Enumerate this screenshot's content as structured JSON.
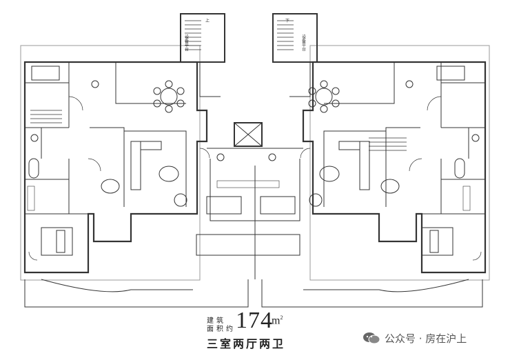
{
  "plan": {
    "labels": {
      "equipment_platform": "设备平台",
      "up": "上",
      "down": "下"
    }
  },
  "caption": {
    "area_prefix_line1": "建筑",
    "area_prefix_line2": "面积约",
    "area_value": "174",
    "area_unit": "m",
    "area_unit_sup": "2",
    "layout": "三室两厅两卫"
  },
  "watermark": {
    "text": "公众号 · 房在沪上",
    "icon": "wechat-icon"
  }
}
